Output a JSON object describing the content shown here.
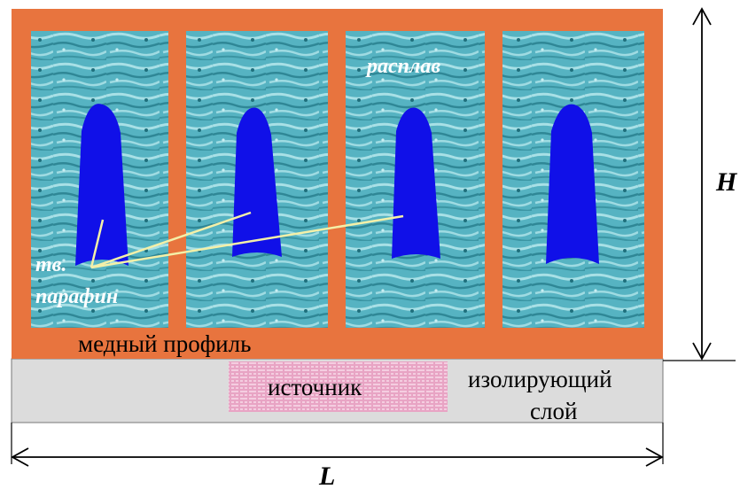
{
  "labels": {
    "melt": "расплав",
    "solid_paraffin_line1": "тв.",
    "solid_paraffin_line2": "парафин",
    "copper_profile": "медный профиль",
    "source": "источник",
    "insulating_layer_line1": "изолирующий",
    "insulating_layer_line2": "слой",
    "height": "H",
    "length": "L"
  },
  "colors": {
    "copper": "#e8743e",
    "melt": "#56b3c2",
    "melt_dark": "#2f8796",
    "melt_light": "#a8e0e6",
    "paraffin": "#1010e8",
    "insulation": "#dcdcdc",
    "source": "#e8a4c4",
    "leader_lines": "#f4f0a8"
  },
  "cells": 4
}
